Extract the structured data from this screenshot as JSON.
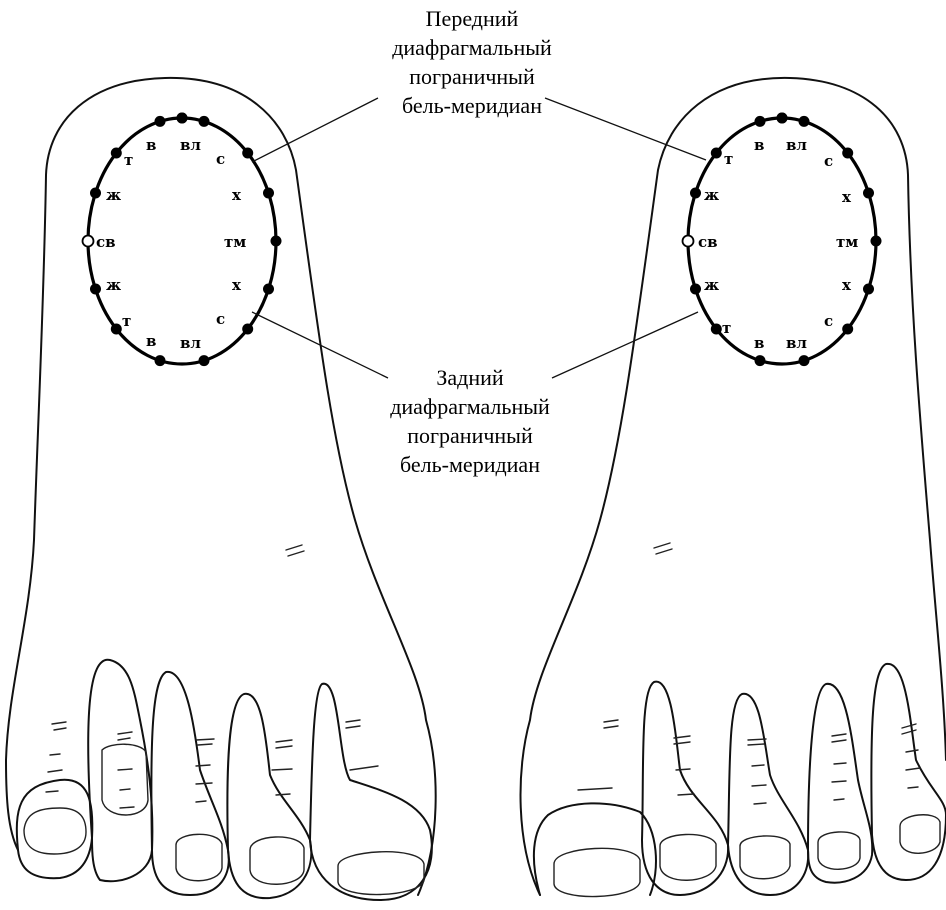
{
  "captions": {
    "anterior": [
      "Передний",
      "диафрагмальный",
      "пограничный",
      "бель-меридиан"
    ],
    "posterior": [
      "Задний",
      "диафрагмальный",
      "пограничный",
      "бель-меридиан"
    ]
  },
  "point_labels": {
    "t": "т",
    "v": "в",
    "vl": "вл",
    "s": "с",
    "zh": "ж",
    "kh": "х",
    "sv": "св",
    "tm": "тм"
  },
  "colors": {
    "ink": "#000000",
    "background": "#ffffff"
  }
}
